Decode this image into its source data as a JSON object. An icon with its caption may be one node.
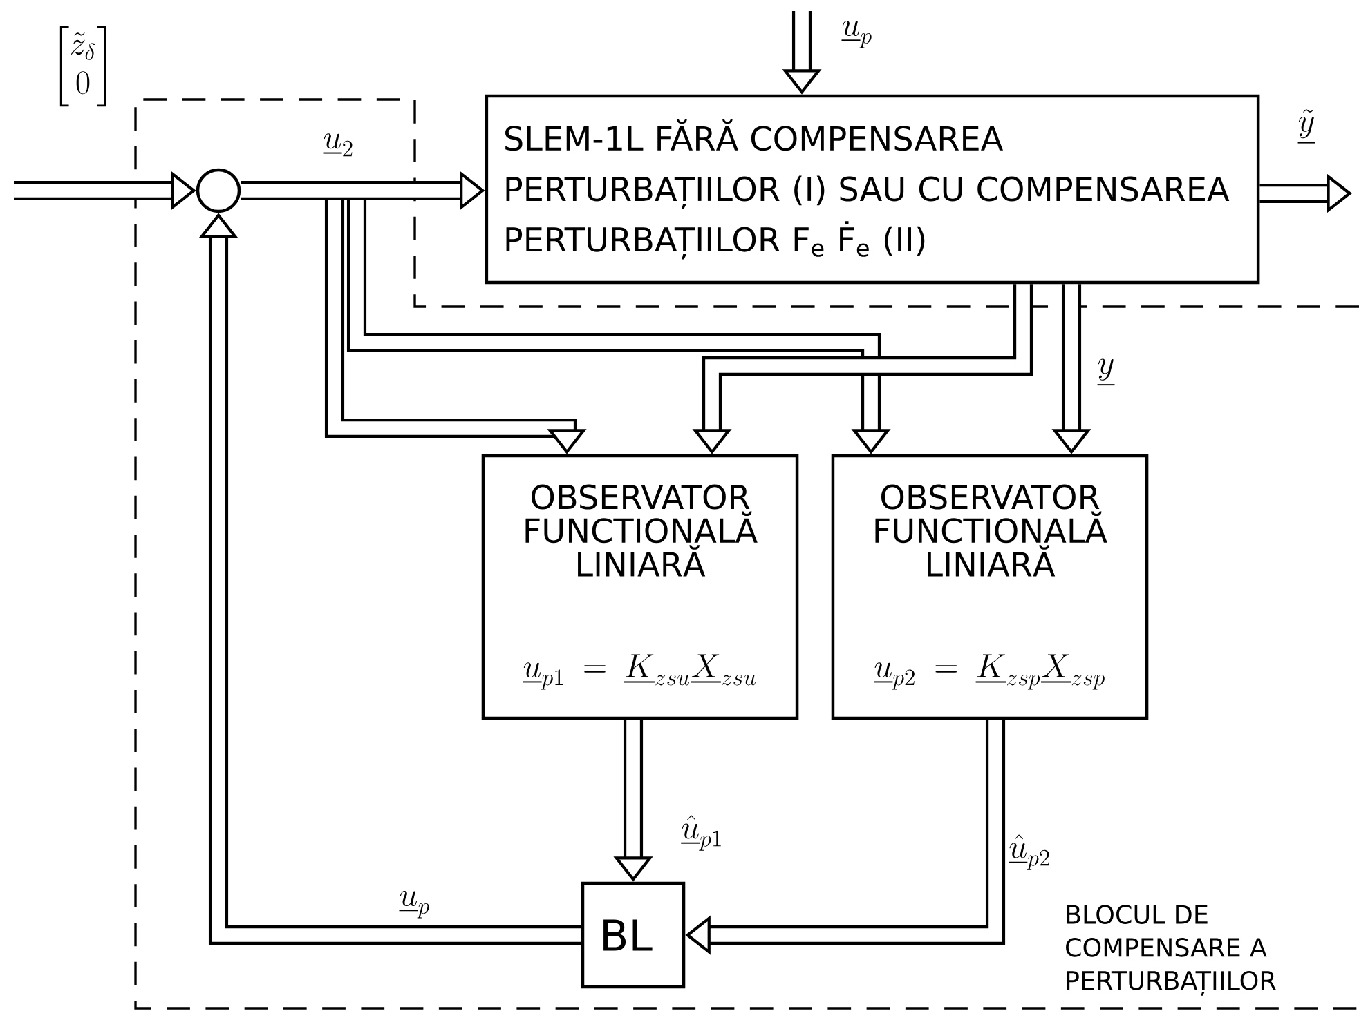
{
  "diagram": {
    "nodes": [
      {
        "text": [
          "BLOCUL DE COMPENSARE A PERTURBAȚIILOR"
        ]
      },
      {
        "text": [],
        "shape": "circle"
      },
      {
        "text": [
          "SLEM-1L FĂRĂ COMPENSAREA PERTURBAȚIILOR (I) SAU CU COMPENSAREA PERTURBAȚIILOR F$_{e}$ Ḟ$_{e}$ (II)"
        ]
      },
      {
        "text": [
          "OBSERVATOR FUNCTIONALĂ LINIARĂ",
          "\\underline{u}_{p1}=\\underline{K}_{zsu}\\underline{X}_{zsu}"
        ]
      },
      {
        "text": [
          "OBSERVATOR FUNCTIONALĂ LINIARĂ",
          "\\underline{u}_{p2}=\\underline{K}_{zsp}\\underline{X}_{zsp}"
        ]
      },
      {
        "text": [
          "BL"
        ]
      }
    ],
    "edges": [
      {
        "from": null,
        "to": 1,
        "arrow": "to",
        "label": "\\begin{bmatrix}\\tilde{z}_{\\delta}\\\\ 0\\end{bmatrix}"
      },
      {
        "from": 1,
        "to": 2,
        "arrow": "to",
        "label": "\\underline{u}_{2}"
      },
      {
        "from": null,
        "to": 2,
        "arrow": "to",
        "label": "\\underline{u}_{p}"
      },
      {
        "from": 2,
        "to": null,
        "arrow": "to",
        "label": "\\underline{\\tilde{y}}"
      },
      {
        "from": 1,
        "to": 3,
        "arrow": "to"
      },
      {
        "from": 1,
        "to": 4,
        "arrow": "to"
      },
      {
        "from": 2,
        "to": 3,
        "arrow": "to"
      },
      {
        "from": 2,
        "to": 4,
        "arrow": "to",
        "label": "\\underline{y}"
      },
      {
        "from": 3,
        "to": 5,
        "arrow": "to",
        "label": "\\underline{\\hat{u}}_{p1}"
      },
      {
        "from": 4,
        "to": 5,
        "arrow": "to",
        "label": "\\underline{\\hat{u}}_{p2}"
      },
      {
        "from": 5,
        "to": 1,
        "arrow": "to",
        "label": "\\underline{u}_{p}"
      }
    ]
  }
}
